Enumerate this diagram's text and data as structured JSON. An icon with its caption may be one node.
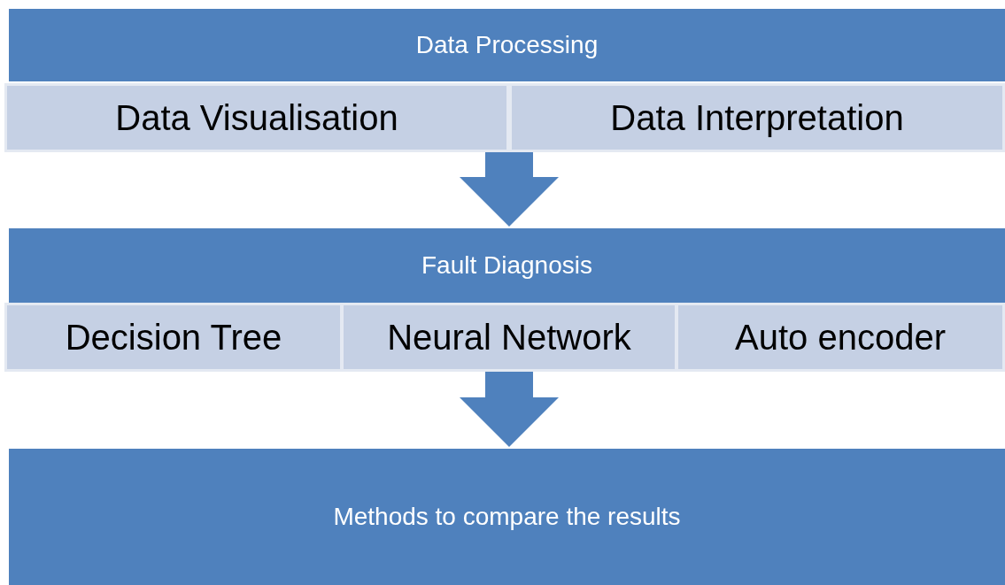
{
  "diagram": {
    "nodes": [
      {
        "text": [
          "Data Processing"
        ]
      },
      {
        "text": [
          "Data Visualisation"
        ]
      },
      {
        "text": [
          "Data Interpretation"
        ]
      },
      {
        "text": [
          "Fault Diagnosis"
        ]
      },
      {
        "text": [
          "Decision Tree"
        ]
      },
      {
        "text": [
          "Neural Network"
        ]
      },
      {
        "text": [
          "Auto encoder"
        ]
      },
      {
        "text": [
          "Methods to compare the results"
        ]
      }
    ],
    "edges": [
      {
        "from": 1,
        "to": 3,
        "arrow": "to"
      },
      {
        "from": 2,
        "to": 3,
        "arrow": "to"
      },
      {
        "from": 5,
        "to": 7,
        "arrow": "to"
      }
    ]
  }
}
